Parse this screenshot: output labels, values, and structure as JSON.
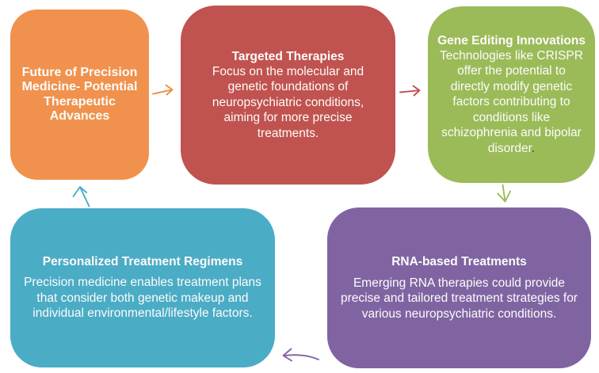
{
  "diagram": {
    "text_color": "#FCFBFA",
    "background": "#FFFFFF"
  },
  "nodes": [
    {
      "id": "future-of-precision-medicine",
      "title": "Future of Precision Medicine- Potential Therapeutic Advances",
      "color": "#F0924D"
    },
    {
      "id": "targeted-therapies",
      "title": "Targeted Therapies",
      "body": "Focus on the molecular and genetic foundations of neuropsychiatric conditions, aiming for more precise treatments.",
      "color": "#C0534F"
    },
    {
      "id": "gene-editing-innovations",
      "title": "Gene Editing Innovations",
      "body": "Technologies like CRISPR offer the potential to directly modify genetic factors contributing to conditions like schizophrenia and bipolar disorder",
      "period": ".",
      "color": "#9BBB59"
    },
    {
      "id": "rna-based-treatments",
      "title": "RNA-based Treatments",
      "body": "Emerging RNA therapies could provide precise and tailored treatment strategies for various neuropsychiatric conditions.",
      "color": "#8064A2"
    },
    {
      "id": "personalized-treatment-regimens",
      "title": "Personalized Treatment Regimens",
      "body": "Precision medicine enables treatment plans that consider both genetic makeup and individual environmental/lifestyle factors.",
      "color": "#4BACC6"
    }
  ],
  "arrows": [
    {
      "id": "arrow-future-to-targeted",
      "direction": "right",
      "color": "#E8913F"
    },
    {
      "id": "arrow-targeted-to-gene",
      "direction": "right",
      "color": "#C0504D"
    },
    {
      "id": "arrow-gene-to-rna",
      "direction": "down",
      "color": "#9BBB59"
    },
    {
      "id": "arrow-rna-to-personalized",
      "direction": "left",
      "color": "#8064A2"
    },
    {
      "id": "arrow-personalized-to-future",
      "direction": "up-left",
      "color": "#4BACC6"
    }
  ]
}
